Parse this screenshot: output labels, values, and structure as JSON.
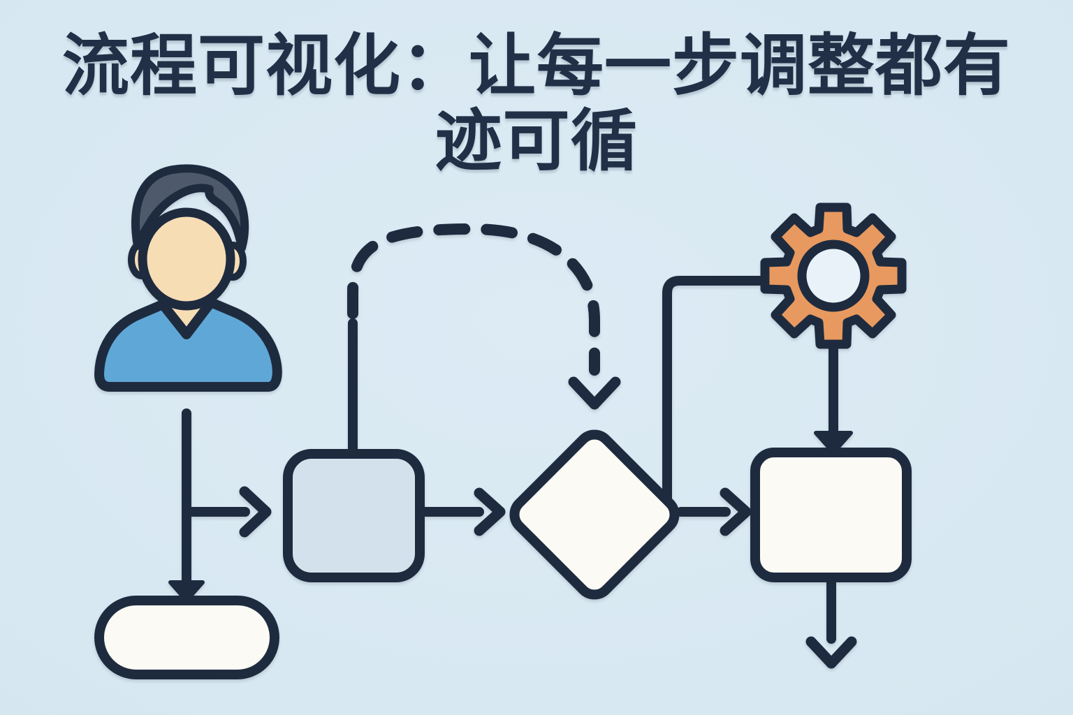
{
  "title": {
    "line1": "流程可视化：让每一步调整都有",
    "line2": "迹可循",
    "full_text": "流程可视化：让每一步调整都有迹可循"
  },
  "colors": {
    "background": "#d8e8f1",
    "ink_outline": "#1e2b3f",
    "title_text": "#223047",
    "process_square_fill": "#d2e1eb",
    "white_node_fill": "#fcfaf4",
    "gear_orange": "#e8995f",
    "gear_hole": "#e9f2f8",
    "shirt_blue": "#5fa7d6",
    "skin_tone": "#f7ddb4",
    "hair_gray": "#4e5a6c"
  },
  "diagram": {
    "type": "flowchart-illustration",
    "nodes": [
      {
        "id": "user",
        "icon": "user-icon",
        "shape": "person",
        "label": ""
      },
      {
        "id": "step",
        "shape": "rounded-square",
        "label": ""
      },
      {
        "id": "decision",
        "shape": "diamond",
        "label": ""
      },
      {
        "id": "system",
        "icon": "gear-icon",
        "shape": "gear",
        "label": ""
      },
      {
        "id": "result",
        "shape": "rectangle",
        "label": ""
      },
      {
        "id": "end",
        "shape": "stadium-pill",
        "label": ""
      }
    ],
    "edges": [
      {
        "from": "user",
        "to": "end",
        "style": "solid",
        "arrowhead": "triangle"
      },
      {
        "from": "user",
        "to": "step",
        "style": "solid-branch",
        "arrowhead": "chevron"
      },
      {
        "from": "step",
        "to": "decision",
        "style": "dashed-curve",
        "arrowhead": "chevron"
      },
      {
        "from": "step",
        "to": "decision",
        "style": "solid",
        "arrowhead": "chevron"
      },
      {
        "from": "decision",
        "to": "system",
        "style": "solid-elbow",
        "arrowhead": "none"
      },
      {
        "from": "system",
        "to": "result",
        "style": "solid",
        "arrowhead": "triangle"
      },
      {
        "from": "decision",
        "to": "result",
        "style": "solid",
        "arrowhead": "chevron"
      },
      {
        "from": "result",
        "to": "exit",
        "style": "solid",
        "arrowhead": "chevron"
      }
    ]
  }
}
